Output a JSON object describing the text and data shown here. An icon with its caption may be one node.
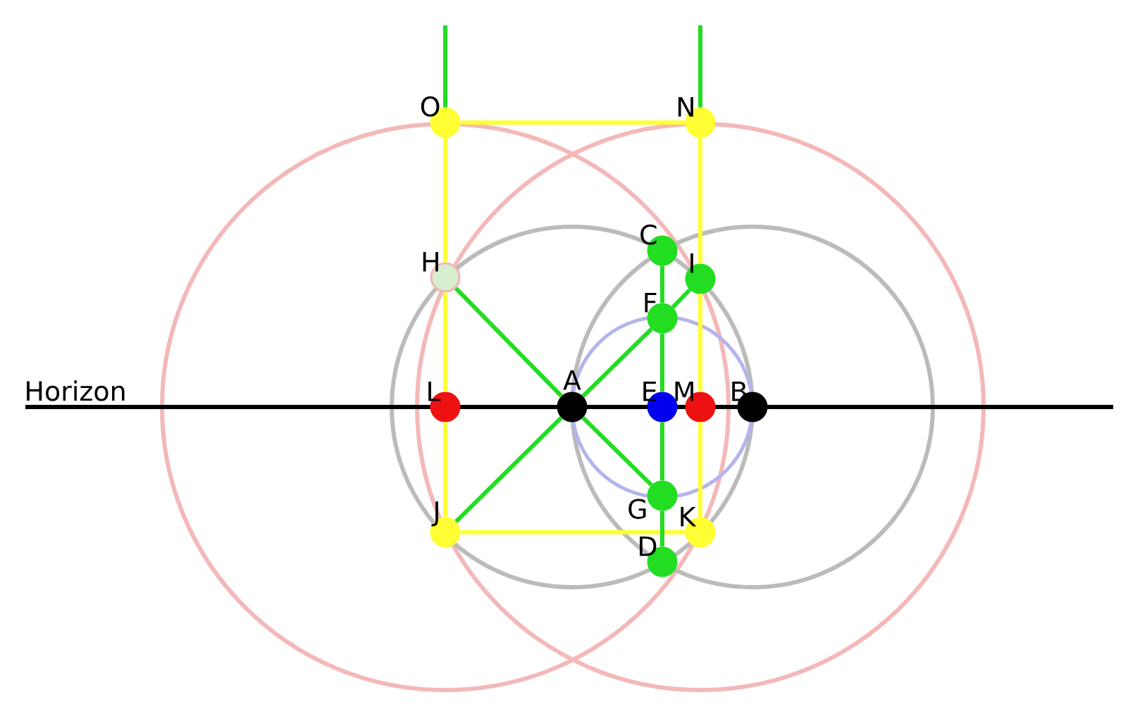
{
  "diagram": {
    "nodes": [
      {
        "text": [],
        "shape": "circle",
        "beside": [
          "O"
        ]
      },
      {
        "text": [],
        "shape": "circle",
        "beside": [
          "N"
        ]
      },
      {
        "text": [],
        "shape": "circle",
        "beside": [
          "C"
        ]
      },
      {
        "text": [],
        "shape": "circle",
        "beside": [
          "H"
        ]
      },
      {
        "text": [],
        "shape": "circle",
        "beside": [
          "I"
        ]
      },
      {
        "text": [],
        "shape": "circle",
        "beside": [
          "F"
        ]
      },
      {
        "text": [],
        "shape": "circle",
        "beside": [
          "L"
        ]
      },
      {
        "text": [],
        "shape": "circle",
        "beside": [
          "A"
        ]
      },
      {
        "text": [],
        "shape": "circle",
        "beside": [
          "E"
        ]
      },
      {
        "text": [],
        "shape": "circle",
        "beside": [
          "M"
        ]
      },
      {
        "text": [],
        "shape": "circle",
        "beside": [
          "B"
        ]
      },
      {
        "text": [],
        "shape": "circle",
        "beside": [
          "G"
        ]
      },
      {
        "text": [],
        "shape": "circle",
        "beside": [
          "J"
        ]
      },
      {
        "text": [],
        "shape": "circle",
        "beside": [
          "K"
        ]
      },
      {
        "text": [],
        "shape": "circle",
        "beside": [
          "D"
        ]
      }
    ],
    "edges": [
      {
        "from": 0,
        "to": null,
        "arrow": "none"
      },
      {
        "from": 1,
        "to": null,
        "arrow": "none"
      },
      {
        "from": 0,
        "to": 1,
        "arrow": "none",
        "color": "#ffff33"
      },
      {
        "from": 0,
        "to": 3,
        "arrow": "none",
        "color": "#ffff33"
      },
      {
        "from": 3,
        "to": 6,
        "arrow": "none",
        "color": "#ffff33"
      },
      {
        "from": 6,
        "to": 12,
        "arrow": "none",
        "color": "#ffff33"
      },
      {
        "from": 1,
        "to": 4,
        "arrow": "none",
        "color": "#ffff33"
      },
      {
        "from": 4,
        "to": 9,
        "arrow": "none",
        "color": "#ffff33"
      },
      {
        "from": 9,
        "to": 13,
        "arrow": "none",
        "color": "#ffff33"
      },
      {
        "from": 12,
        "to": 13,
        "arrow": "none",
        "color": "#ffff33"
      },
      {
        "from": 2,
        "to": 5,
        "arrow": "none"
      },
      {
        "from": 5,
        "to": 8,
        "arrow": "none"
      },
      {
        "from": 8,
        "to": 11,
        "arrow": "none"
      },
      {
        "from": 11,
        "to": 14,
        "arrow": "none"
      },
      {
        "from": 3,
        "to": 7,
        "arrow": "none"
      },
      {
        "from": 7,
        "to": 11,
        "arrow": "none"
      },
      {
        "from": 12,
        "to": 7,
        "arrow": "none"
      },
      {
        "from": 7,
        "to": 5,
        "arrow": "none"
      },
      {
        "from": 5,
        "to": 4,
        "arrow": "none"
      }
    ],
    "labels": [
      "Horizon"
    ]
  }
}
